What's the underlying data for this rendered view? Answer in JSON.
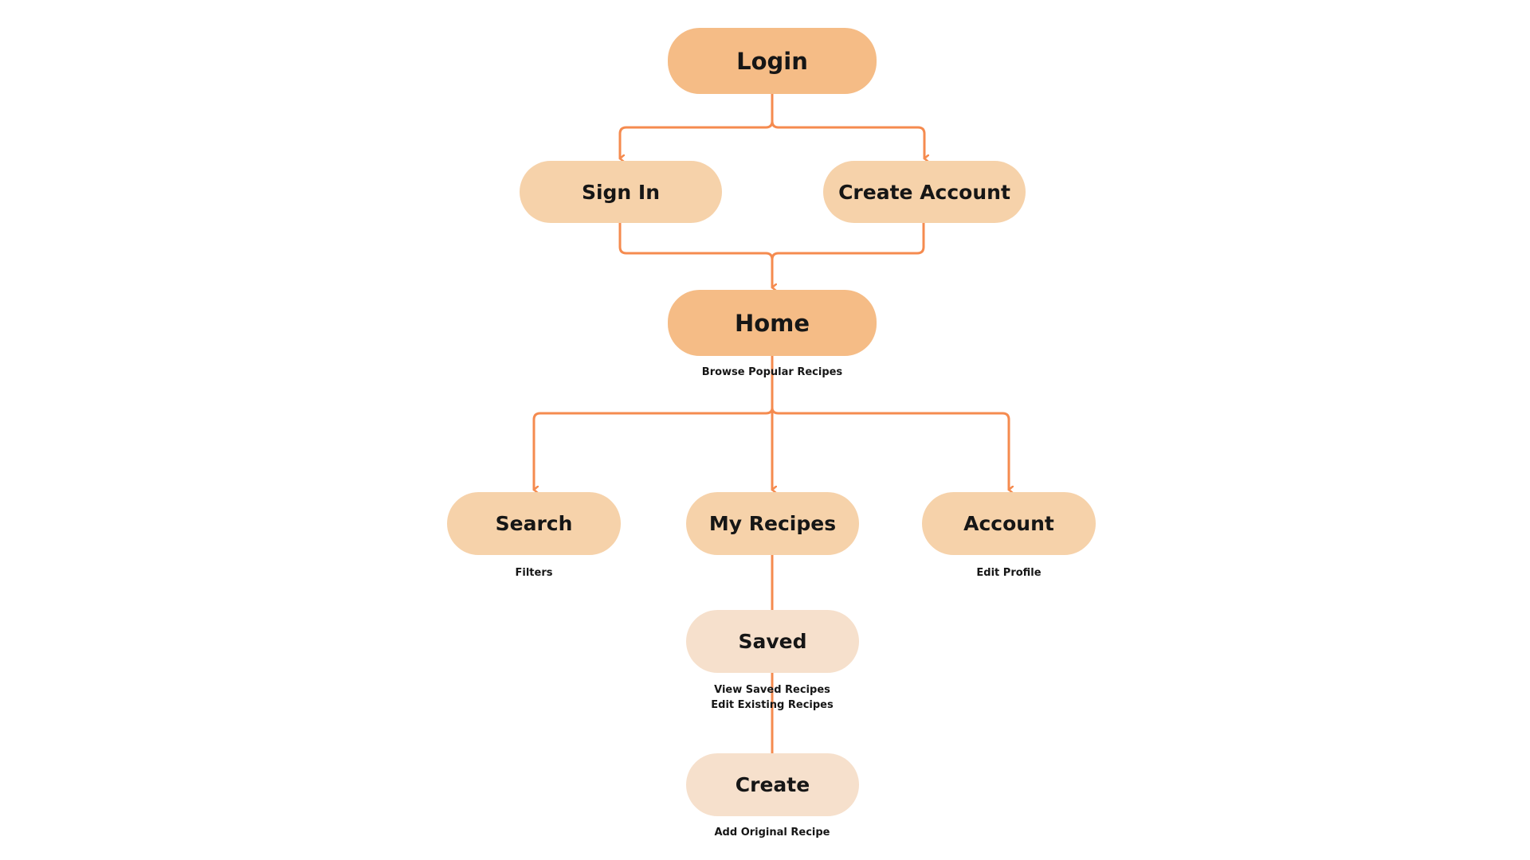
{
  "colors": {
    "connector": "#f58b4f",
    "primary_node": "#f5bc86",
    "secondary_node": "#f6d2aa",
    "tertiary_node": "#f6e0cc",
    "text": "#161616"
  },
  "nodes": {
    "login": "Login",
    "sign_in": "Sign In",
    "create_account": "Create Account",
    "home": "Home",
    "search": "Search",
    "my_recipes": "My Recipes",
    "account": "Account",
    "saved": "Saved",
    "create": "Create"
  },
  "notes": {
    "home": "Browse Popular Recipes",
    "search": "Filters",
    "account": "Edit Profile",
    "saved_line1": "View Saved Recipes",
    "saved_line2": "Edit Existing Recipes",
    "create": "Add Original Recipe"
  },
  "edges": [
    {
      "from": "Login",
      "to": "Sign In"
    },
    {
      "from": "Login",
      "to": "Create Account"
    },
    {
      "from": "Sign In",
      "to": "Home"
    },
    {
      "from": "Create Account",
      "to": "Home"
    },
    {
      "from": "Home",
      "to": "Search"
    },
    {
      "from": "Home",
      "to": "My Recipes"
    },
    {
      "from": "Home",
      "to": "Account"
    },
    {
      "from": "My Recipes",
      "to": "Saved"
    },
    {
      "from": "Saved",
      "to": "Create"
    }
  ]
}
